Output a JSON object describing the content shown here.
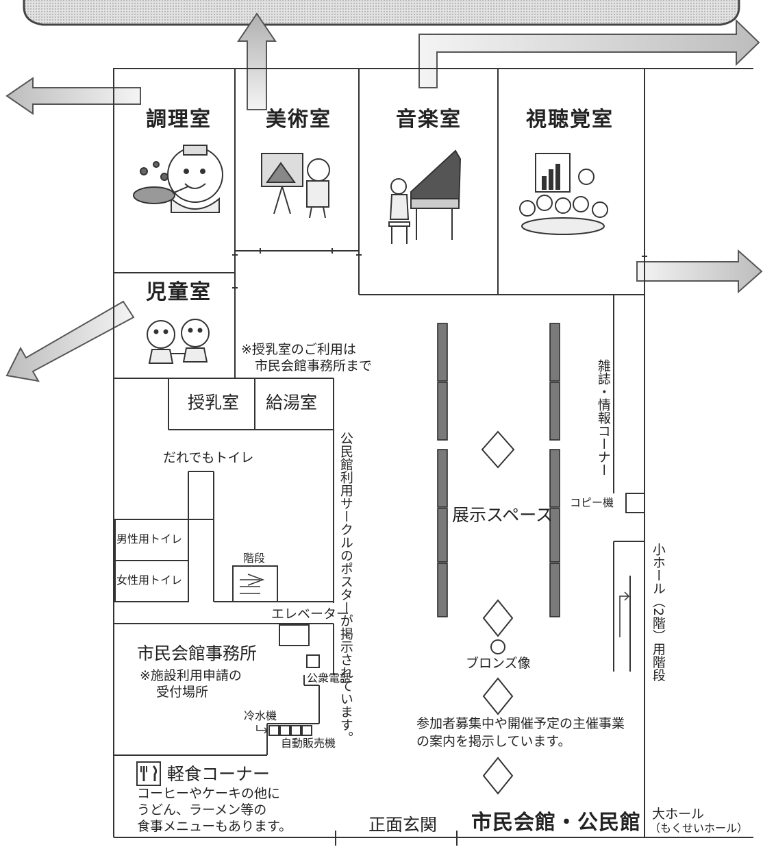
{
  "rooms": {
    "cooking": "調理室",
    "art": "美術室",
    "music": "音楽室",
    "av": "視聴覚室",
    "children": "児童室",
    "nursing": "授乳室",
    "kitchenette": "給湯室",
    "multi_toilet": "だれでもトイレ",
    "men_toilet": "男性用トイレ",
    "women_toilet": "女性用トイレ",
    "stairs": "階段",
    "office": "市民会館事務所",
    "exhibition": "展示スペース",
    "copier": "コピー機",
    "elevator": "エレベーター",
    "payphone": "公衆電話",
    "water_cooler": "冷水機",
    "vending": "自動販売機",
    "snack_corner": "軽食コーナー",
    "bronze_statue": "ブロンズ像",
    "main_entrance": "正面玄関",
    "building": "市民会館・公民館",
    "big_hall": "大ホール",
    "big_hall_sub": "（もくせいホール）"
  },
  "notes": {
    "nursing_note_1": "※授乳室のご利用は",
    "nursing_note_2": "市民会館事務所まで",
    "circle_poster": "公民館利用サークルのポスターが掲示されています。",
    "magazine_corner": "雑誌・情報コーナー",
    "small_hall_stairs": "小ホール（2階）用階段",
    "office_note_1": "※施設利用申請の",
    "office_note_2": "受付場所",
    "events_1": "参加者募集中や開催予定の主催事業",
    "events_2": "の案内を掲示しています。",
    "snack_1": "コーヒーやケーキの他に",
    "snack_2": "うどん、ラーメン等の",
    "snack_3": "食事メニューもあります。"
  },
  "icons": {
    "snack": "fork-knife-icon",
    "arrows": "direction-arrow-icon",
    "statue": "circle-icon"
  },
  "colors": {
    "wall": "#333333",
    "arrow_fill": "#cfcfcf",
    "arrow_dark": "#9a9a9a",
    "panel": "#7a7a7a"
  }
}
